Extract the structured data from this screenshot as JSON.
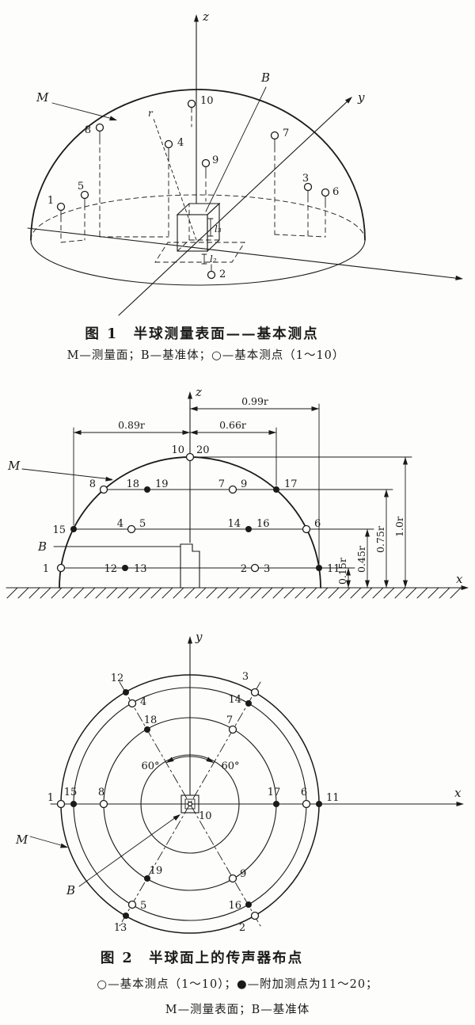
{
  "symbols": {
    "M": "M",
    "B": "B",
    "r": "r",
    "x": "x",
    "y": "y",
    "z": "z",
    "l2": "l₂",
    "l3": "l₃"
  },
  "points": {
    "p1": "1",
    "p2": "2",
    "p3": "3",
    "p4": "4",
    "p5": "5",
    "p6": "6",
    "p7": "7",
    "p8": "8",
    "p9": "9",
    "p10": "10",
    "p11": "11",
    "p12": "12",
    "p13": "13",
    "p14": "14",
    "p15": "15",
    "p16": "16",
    "p17": "17",
    "p18": "18",
    "p19": "19",
    "p20": "20"
  },
  "fig1": {
    "caption": "图 1　半球测量表面——基本测点",
    "legend": "M—测量面；B—基准体；○—基本测点（1～10）"
  },
  "fig2": {
    "caption": "图 2　半球面上的传声器布点",
    "legend_line1": "○—基本测点（1～10）；●—附加测点为11～20；",
    "legend_line2": "M—测量表面；B—基准体",
    "dims": {
      "w99": "0.99r",
      "w89": "0.89r",
      "w66": "0.66r",
      "h15": "0.15r",
      "h45": "0.45r",
      "h75": "0.75r",
      "h100": "1.0r"
    },
    "angles": {
      "left": "60°",
      "right": "60°"
    }
  }
}
